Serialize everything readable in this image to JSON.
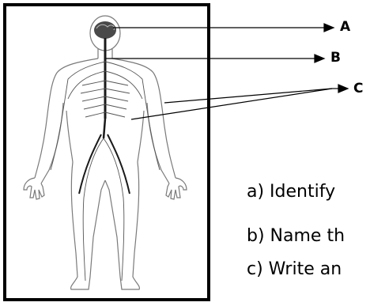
{
  "labels": {
    "a": "A",
    "b": "B",
    "c": "C"
  },
  "questions": {
    "q_a": "a) Identify",
    "q_b": "b) Name th",
    "q_c": "c) Write an"
  },
  "colors": {
    "line": "#000000",
    "brain": "#4a4a4a",
    "outline": "#7a7a7a"
  }
}
